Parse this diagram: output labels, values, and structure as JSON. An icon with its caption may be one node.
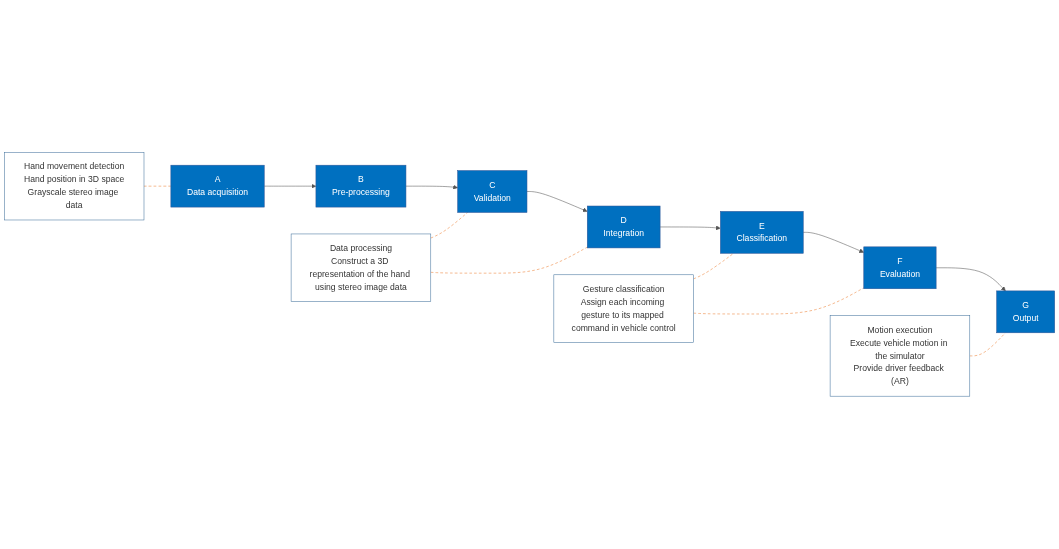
{
  "diagram": {
    "nodes": [
      {
        "text": [
          "Hand movement detection",
          "Hand position in 3D space",
          "Grayscale stereo image data"
        ]
      },
      {
        "text": [
          "Data processing",
          "Construct a 3D representation of the hand using stereo image data"
        ]
      },
      {
        "text": [
          "A",
          "Data acquisition"
        ]
      },
      {
        "text": [
          "B",
          "Pre-processing"
        ]
      },
      {
        "text": [
          "C",
          "Validation"
        ]
      },
      {
        "text": [
          "D",
          "Integration"
        ]
      },
      {
        "text": [
          "G",
          "Output"
        ]
      },
      {
        "text": [
          "F",
          "Evaluation"
        ]
      },
      {
        "text": [
          "E",
          "Classification"
        ]
      },
      {
        "text": [
          "Motion execution",
          "Execute vehicle motion in the simulator",
          "Provide driver feedback (AR)"
        ]
      },
      {
        "text": [
          "Gesture classification",
          "Assign each incoming gesture to its mapped command in vehicle control"
        ]
      }
    ],
    "edges": [
      {
        "from": 2,
        "to": 3,
        "arrow": "to"
      },
      {
        "from": 3,
        "to": 4,
        "arrow": "to"
      },
      {
        "from": 4,
        "to": 5,
        "arrow": "to"
      },
      {
        "from": 5,
        "to": 8,
        "arrow": "to"
      },
      {
        "from": 8,
        "to": 7,
        "arrow": "to"
      },
      {
        "from": 7,
        "to": 6,
        "arrow": "to"
      },
      {
        "from": 0,
        "to": 2,
        "arrow": "none",
        "style": "dashed",
        "color": "#ed7d31"
      },
      {
        "from": 1,
        "to": 4,
        "arrow": "none",
        "style": "dashed",
        "color": "#ed7d31"
      },
      {
        "from": 1,
        "to": 5,
        "arrow": "none",
        "style": "dashed",
        "color": "#ed7d31"
      },
      {
        "from": 9,
        "to": 6,
        "arrow": "none",
        "style": "dashed",
        "color": "#ed7d31"
      },
      {
        "from": 10,
        "to": 7,
        "arrow": "none",
        "style": "dashed",
        "color": "#ed7d31"
      },
      {
        "from": 10,
        "to": 8,
        "arrow": "none",
        "style": "dashed",
        "color": "#ed7d31"
      }
    ]
  }
}
